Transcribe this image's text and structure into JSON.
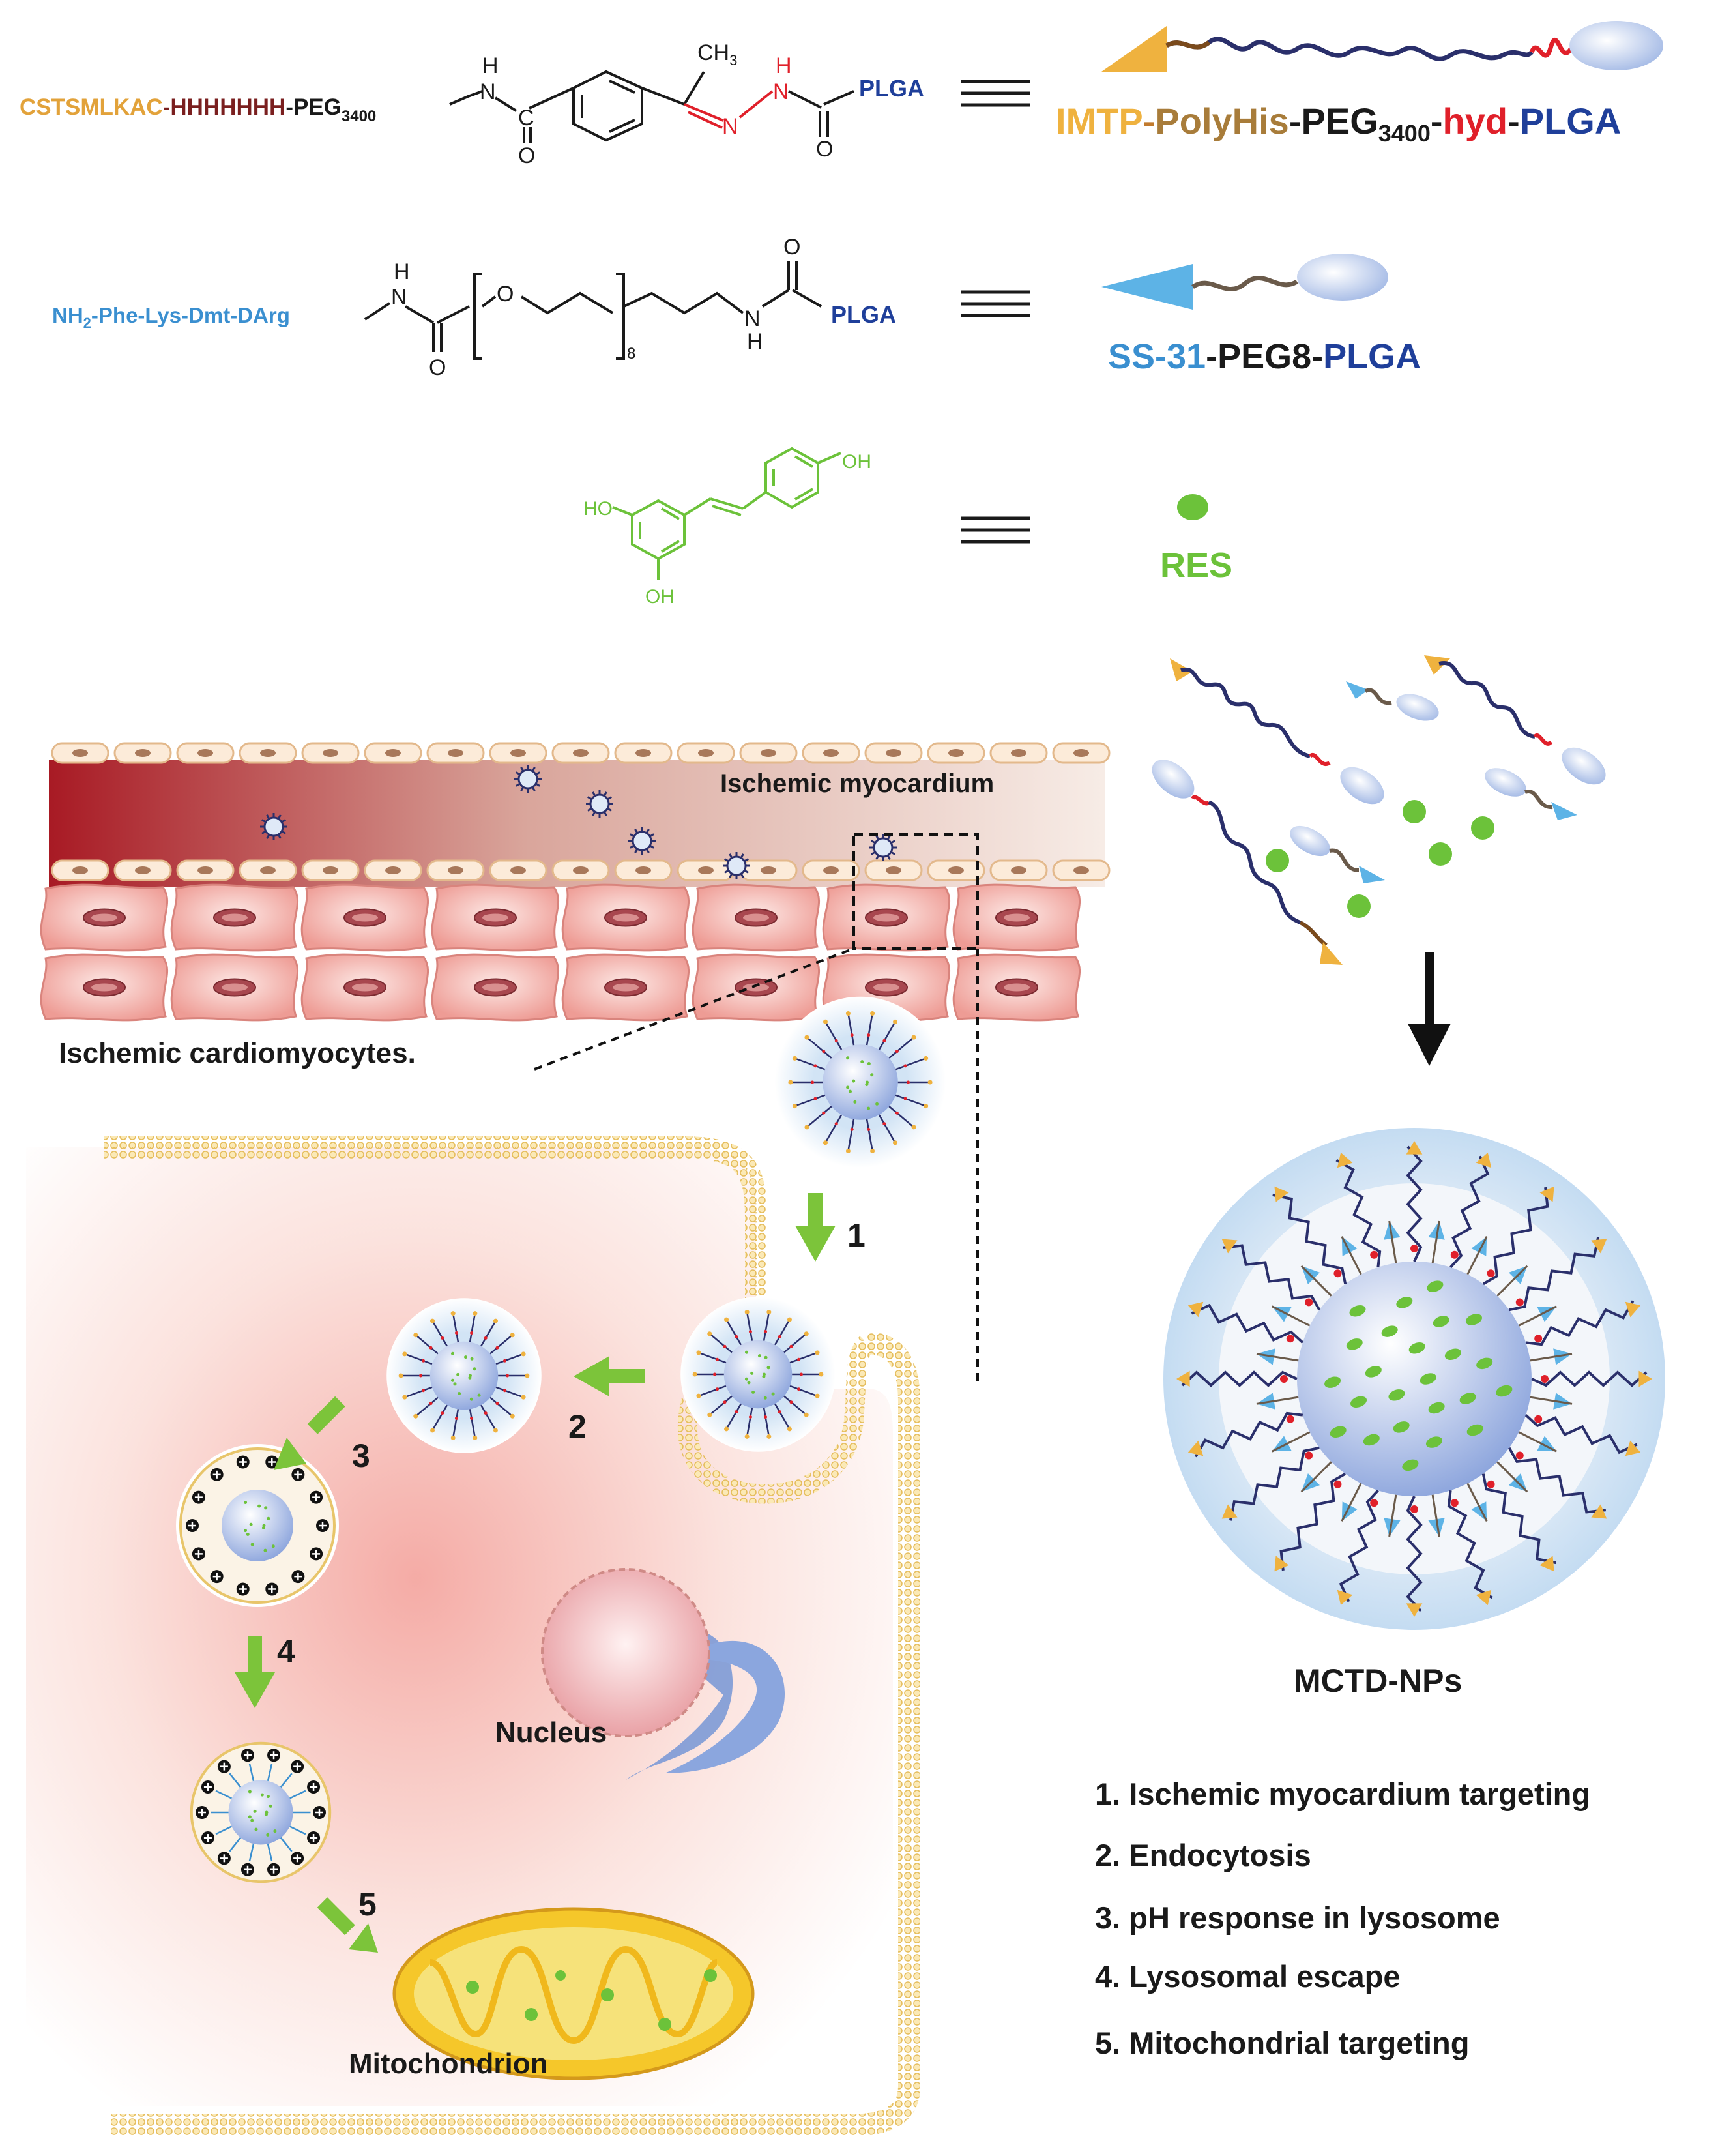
{
  "row1": {
    "seq_imtp": "CSTSMLKAC",
    "sep1": "-",
    "seq_his": "HHHHHHH",
    "peg_prefix": "-PEG",
    "peg_sub": "3400",
    "nh_n": "N",
    "nh_h": "H",
    "carbonyl_c": "C",
    "carbonyl_o": "O",
    "methyl": "CH",
    "methyl_sub": "3",
    "hyd_n1": "N",
    "hyd_n2": "N",
    "hyd_h": "H",
    "hyd_o": "O",
    "plga": "PLGA",
    "label_imtp": "IMTP",
    "label_dash1": "-",
    "label_polyhis": "PolyHis",
    "label_dash2": "-",
    "label_peg": "PEG",
    "label_peg_sub": "3400",
    "label_dash3": "-",
    "label_hyd": "hyd",
    "label_dash4": "-",
    "label_plga": "PLGA"
  },
  "row2": {
    "nh2": "NH",
    "nh2_sub": "2",
    "peptide": "-Phe-Lys-Dmt-DArg",
    "n_h_top": "H",
    "n_top": "N",
    "o_ether": "O",
    "repeat": "8",
    "n_bottom": "N",
    "h_bottom": "H",
    "o_bottom": "O",
    "o_top": "O",
    "plga": "PLGA",
    "label_ss31": "SS-31",
    "label_rest": "-PEG8-",
    "label_plga": "PLGA"
  },
  "row3": {
    "oh_top": "OH",
    "ho_left": "HO",
    "oh_bottom": "OH",
    "label_res": "RES"
  },
  "scene": {
    "ischemic_myocardium": "Ischemic myocardium",
    "ischemic_cardiomyocytes": "Ischemic cardiomyocytes.",
    "nucleus": "Nucleus",
    "mitochondrion": "Mitochondrion",
    "nanoparticle_label": "MCTD-NPs",
    "step_numbers": [
      "1",
      "2",
      "3",
      "4",
      "5"
    ]
  },
  "steps": [
    "1. Ischemic myocardium targeting",
    "2. Endocytosis",
    "3. pH response in lysosome",
    "4. Lysosomal escape",
    "5. Mitochondrial targeting"
  ],
  "colors": {
    "imtp_orange": "#e2a23a",
    "polyhis_darkred": "#7a1f1f",
    "peg_black": "#1a1a1a",
    "hydrazone_red": "#e0202a",
    "plga_blue": "#1f3f9a",
    "ss31_blue": "#3a8fd0",
    "res_green": "#6cc23a",
    "tissue_pink": "#f2b5ad",
    "membrane_gold": "#e8c56a",
    "mito_yellow": "#f5c72a"
  }
}
